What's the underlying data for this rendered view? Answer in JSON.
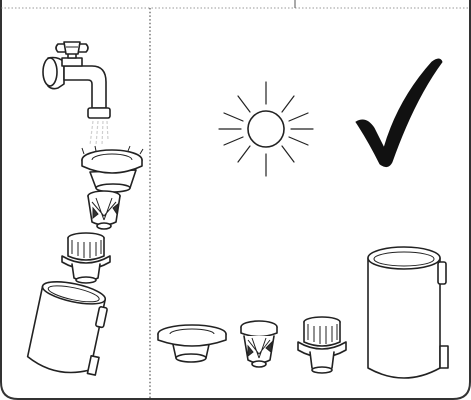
{
  "panels": [
    {
      "name": "rinse-panel",
      "step": "rinse-under-tap"
    },
    {
      "name": "dry-panel",
      "step": "air-dry-in-sun"
    }
  ],
  "symbols": {
    "tap": "faucet-icon",
    "sun": "sun-icon",
    "check": "check-icon"
  },
  "colors": {
    "line": "#222222",
    "frame": "#333333",
    "water": "#cfcfcf"
  }
}
